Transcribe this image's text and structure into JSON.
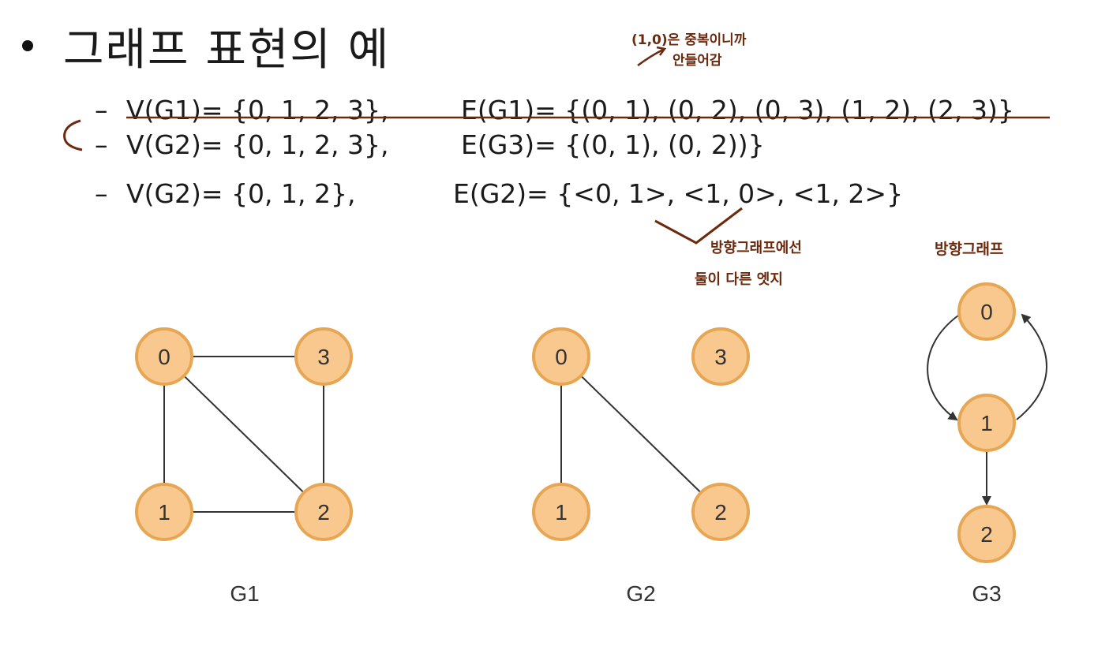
{
  "title": "그래프 표현의 예",
  "lines": [
    {
      "dash": "–",
      "v": "V(G1)= {0, 1, 2, 3},",
      "e": "E(G1)= {(0, 1), (0, 2), (0, 3), (1, 2), (2, 3)}"
    },
    {
      "dash": "–",
      "v": "V(G2)= {0, 1, 2, 3},",
      "e": "E(G3)= {(0, 1), (0, 2))}"
    },
    {
      "dash": "–",
      "v": "V(G2)= {0, 1, 2},",
      "e": "E(G2)= {<0, 1>, <1, 0>, <1, 2>}"
    }
  ],
  "annotations": {
    "dup_line1": "(1,0)은 중복이니까",
    "dup_line2": "안들어감",
    "dir_line1": "방향그래프에선",
    "dir_line2": "둘이 다른 엣지",
    "g3_note": "방향그래프"
  },
  "graphs": [
    {
      "label": "G1",
      "nodes": [
        "0",
        "3",
        "1",
        "2"
      ],
      "edges": [
        [
          "0",
          "1"
        ],
        [
          "0",
          "2"
        ],
        [
          "0",
          "3"
        ],
        [
          "1",
          "2"
        ],
        [
          "2",
          "3"
        ]
      ]
    },
    {
      "label": "G2",
      "nodes": [
        "0",
        "3",
        "1",
        "2"
      ],
      "edges": [
        [
          "0",
          "1"
        ],
        [
          "0",
          "2"
        ]
      ]
    },
    {
      "label": "G3",
      "nodes": [
        "0",
        "1",
        "2"
      ],
      "edges": [
        [
          "0",
          "1"
        ],
        [
          "1",
          "0"
        ],
        [
          "1",
          "2"
        ]
      ]
    }
  ],
  "colors": {
    "node_fill": "#f8c88e",
    "node_stroke": "#e6a654",
    "annotation": "#6b2a0e"
  }
}
